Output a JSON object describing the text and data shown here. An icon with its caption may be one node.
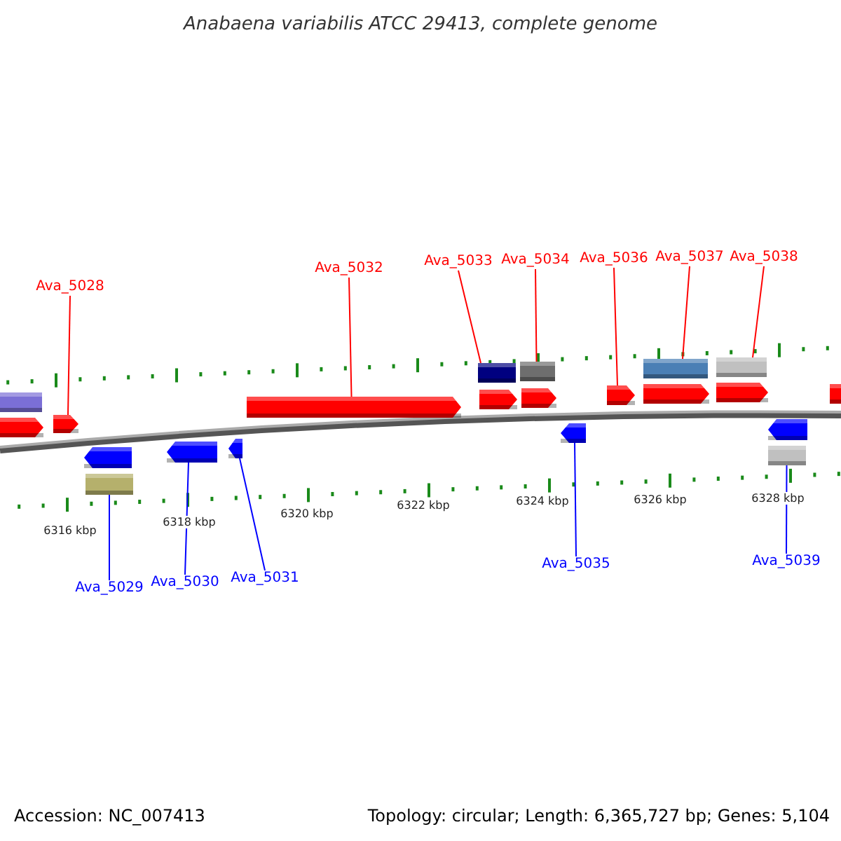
{
  "diagram": {
    "title": "Anabaena variabilis ATCC 29413, complete genome",
    "nodes": [
      {
        "text": [
          "Ava_5028"
        ]
      },
      {
        "text": [
          "Ava_5032"
        ]
      },
      {
        "text": [
          "Ava_5033"
        ]
      },
      {
        "text": [
          "Ava_5034"
        ]
      },
      {
        "text": [
          "Ava_5036"
        ]
      },
      {
        "text": [
          "Ava_5037"
        ]
      },
      {
        "text": [
          "Ava_5038"
        ]
      },
      {
        "text": [
          "Ava_5029"
        ]
      },
      {
        "text": [
          "Ava_5030"
        ]
      },
      {
        "text": [
          "Ava_5031"
        ]
      },
      {
        "text": [
          "Ava_5035"
        ]
      },
      {
        "text": [
          "Ava_5039"
        ]
      },
      {
        "text": [],
        "shape": "bar"
      },
      {
        "text": [],
        "shape": "bar"
      },
      {
        "text": [],
        "shape": "bar"
      },
      {
        "text": [],
        "shape": "bar"
      },
      {
        "text": [],
        "shape": "bar"
      },
      {
        "text": [],
        "shape": "bar"
      },
      {
        "text": [],
        "shape": "bar"
      },
      {
        "text": [],
        "shape": "bar"
      },
      {
        "text": [],
        "shape": "bar"
      },
      {
        "text": [],
        "shape": "bar"
      },
      {
        "text": [],
        "shape": "bar"
      },
      {
        "text": [],
        "shape": "bar"
      },
      {
        "text": [],
        "shape": "bar"
      },
      {
        "text": [],
        "shape": "bar"
      },
      {
        "text": [],
        "shape": "bar"
      },
      {
        "text": [],
        "shape": "bar"
      },
      {
        "text": [],
        "shape": "bar"
      },
      {
        "text": [],
        "shape": "bar"
      },
      {
        "text": [],
        "shape": "bar"
      },
      {
        "text": [],
        "shape": "bar"
      },
      {
        "text": [],
        "shape": "bar"
      }
    ],
    "edges": [
      {
        "from": 0,
        "to": 14,
        "arrow": "none"
      },
      {
        "from": 1,
        "to": 19,
        "arrow": "none"
      },
      {
        "from": 2,
        "to": 20,
        "arrow": "none"
      },
      {
        "from": 3,
        "to": 22,
        "arrow": "none"
      },
      {
        "from": 4,
        "to": 25,
        "arrow": "none"
      },
      {
        "from": 5,
        "to": 26,
        "arrow": "none"
      },
      {
        "from": 6,
        "to": 28,
        "arrow": "none"
      },
      {
        "from": 7,
        "to": 16,
        "arrow": "none",
        "color": "#0000ff"
      },
      {
        "from": 8,
        "to": 17,
        "arrow": "none",
        "color": "#0000ff"
      },
      {
        "from": 9,
        "to": 18,
        "arrow": "none",
        "color": "#0000ff"
      },
      {
        "from": 10,
        "to": 24,
        "arrow": "none",
        "color": "#0000ff"
      },
      {
        "from": 11,
        "to": 31,
        "arrow": "none",
        "color": "#0000ff"
      }
    ],
    "labels": [
      "6316 kbp",
      "6318 kbp",
      "6320 kbp",
      "6322 kbp",
      "6324 kbp",
      "6326 kbp",
      "6328 kbp",
      "Accession: NC_007413",
      "Topology: circular; Length: 6,365,727 bp; Genes: 5,104"
    ]
  }
}
